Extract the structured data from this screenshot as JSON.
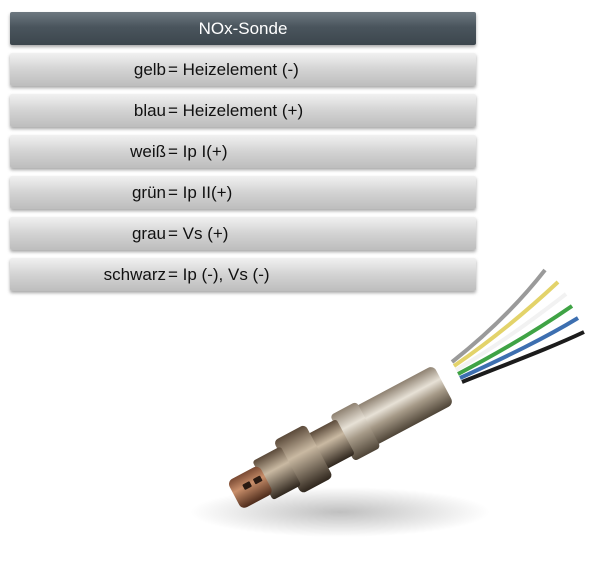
{
  "title": "NOx-Sonde",
  "rows": [
    {
      "color": "gelb",
      "meaning": "= Heizelement (-)"
    },
    {
      "color": "blau",
      "meaning": "= Heizelement (+)"
    },
    {
      "color": "weiß",
      "meaning": "= Ip I(+)"
    },
    {
      "color": "grün",
      "meaning": "= Ip II(+)"
    },
    {
      "color": "grau",
      "meaning": "= Vs (+)"
    },
    {
      "color": "schwarz",
      "meaning": "= Ip (-), Vs (-)"
    }
  ],
  "wire_colors": {
    "grey": "#9a9a9a",
    "yellow": "#e3d36a",
    "white": "#f2f2f2",
    "green": "#3fa345",
    "blue": "#3d6fb0",
    "black": "#1c1c1c"
  }
}
